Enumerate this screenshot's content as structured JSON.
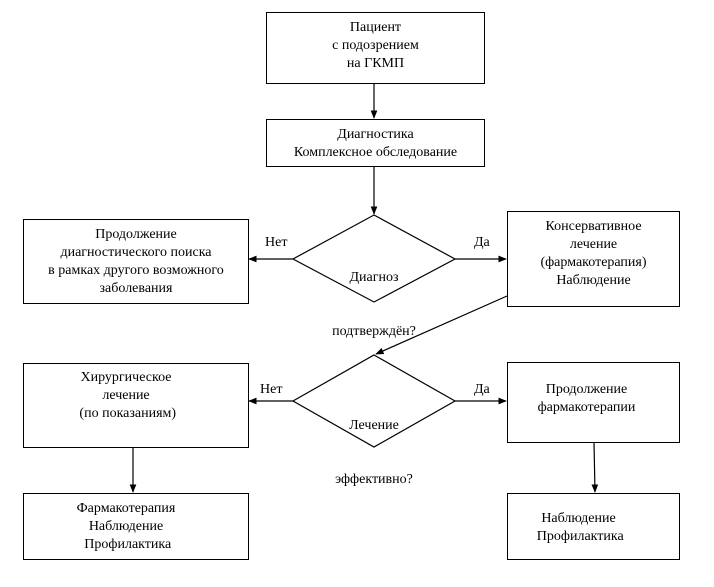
{
  "diagram": {
    "type": "flowchart",
    "nodes": {
      "start": {
        "lines": [
          "Пациент",
          "с подозрением",
          "на ГКМП"
        ]
      },
      "diagnostics": {
        "lines": [
          "Диагностика",
          "Комплексное обследование"
        ]
      },
      "decision_diagnosis": {
        "lines": [
          "Диагноз",
          "подтверждён?"
        ]
      },
      "continue_search": {
        "lines": [
          "Продолжение",
          "диагностического поиска",
          "в рамках другого возможного",
          "заболевания"
        ]
      },
      "conservative": {
        "lines": [
          "Консервативное",
          "лечение",
          "(фармакотерапия)",
          "Наблюдение"
        ]
      },
      "decision_effective": {
        "lines": [
          "Лечение",
          "эффективно?"
        ]
      },
      "surgical": {
        "lines": [
          "Хирургическое",
          "лечение",
          " (по показаниям)"
        ]
      },
      "continue_pharma": {
        "lines": [
          "Продолжение",
          "фармакотерапии"
        ]
      },
      "left_final": {
        "lines": [
          "Фармакотерапия",
          "Наблюдение",
          " Профилактика"
        ]
      },
      "right_final": {
        "lines": [
          "Наблюдение",
          " Профилактика"
        ]
      }
    },
    "edge_labels": {
      "no1": "Нет",
      "yes1": "Да",
      "no2": "Нет",
      "yes2": "Да"
    },
    "edges": [
      {
        "from": "start",
        "to": "diagnostics"
      },
      {
        "from": "diagnostics",
        "to": "decision_diagnosis"
      },
      {
        "from": "decision_diagnosis",
        "to": "continue_search",
        "label": "Нет"
      },
      {
        "from": "decision_diagnosis",
        "to": "conservative",
        "label": "Да"
      },
      {
        "from": "conservative",
        "to": "decision_effective"
      },
      {
        "from": "decision_effective",
        "to": "surgical",
        "label": "Нет"
      },
      {
        "from": "decision_effective",
        "to": "continue_pharma",
        "label": "Да"
      },
      {
        "from": "surgical",
        "to": "left_final"
      },
      {
        "from": "continue_pharma",
        "to": "right_final"
      }
    ]
  }
}
